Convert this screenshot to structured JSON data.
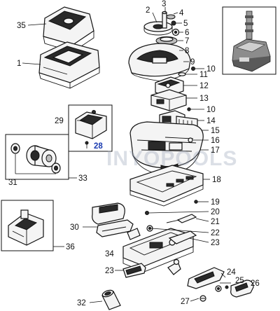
{
  "diagram": {
    "watermark": "INYOPOOLS",
    "labels": {
      "p1": "1",
      "p2": "2",
      "p3": "3",
      "p4": "4",
      "p5": "5",
      "p6": "6",
      "p7": "7",
      "p8": "8",
      "p9": "9",
      "p10a": "10",
      "p10b": "10",
      "p11": "11",
      "p12": "12",
      "p13": "13",
      "p14": "14",
      "p15": "15",
      "p16": "16",
      "p17": "17",
      "p18": "18",
      "p19": "19",
      "p20": "20",
      "p21": "21",
      "p22": "22",
      "p23a": "23",
      "p23b": "23",
      "p24": "24",
      "p25": "25",
      "p26": "26",
      "p27": "27",
      "p28": "28",
      "p29": "29",
      "p30": "30",
      "p31": "31",
      "p32": "32",
      "p33": "33",
      "p34": "34",
      "p35": "35",
      "p36": "36"
    }
  }
}
